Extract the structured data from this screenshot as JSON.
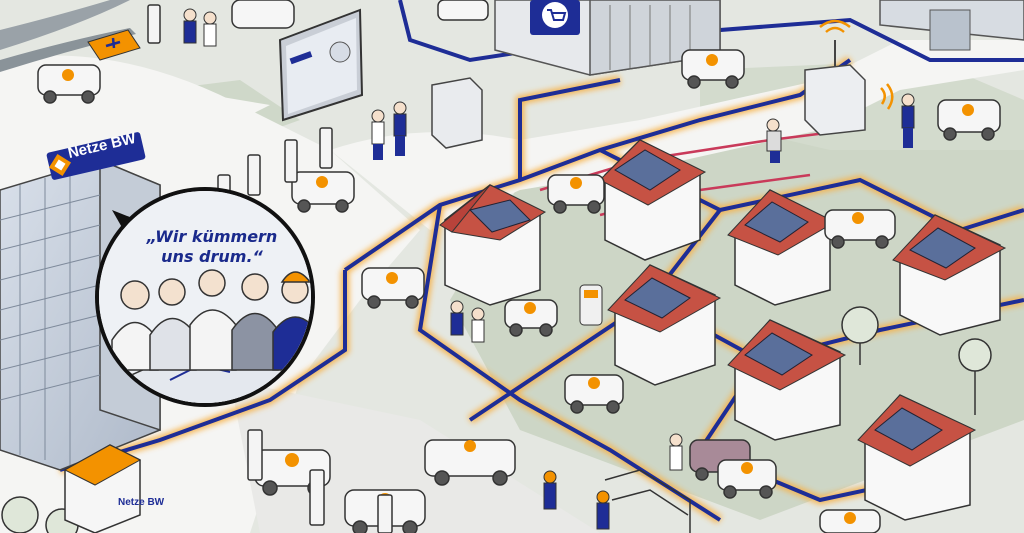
{
  "brand": {
    "name": "Netze BW",
    "color_primary": "#1e2d96",
    "color_accent": "#f39200"
  },
  "speech_bubble": {
    "line1": "„Wir kümmern",
    "line2": "uns drum.“"
  },
  "palette": {
    "ground": "#e3e6df",
    "grass": "#c9d3c2",
    "road": "#f4f4f2",
    "cable_blue": "#1e2d96",
    "cable_glow": "#f7b24a",
    "roof_red": "#c0463a",
    "solar_blue": "#5a6f9b"
  },
  "icons": {
    "shop": "shopping-cart-icon",
    "antenna": "wifi-signal-icon",
    "charger": "ev-plug-icon",
    "worker": "hard-hat-worker-icon"
  }
}
